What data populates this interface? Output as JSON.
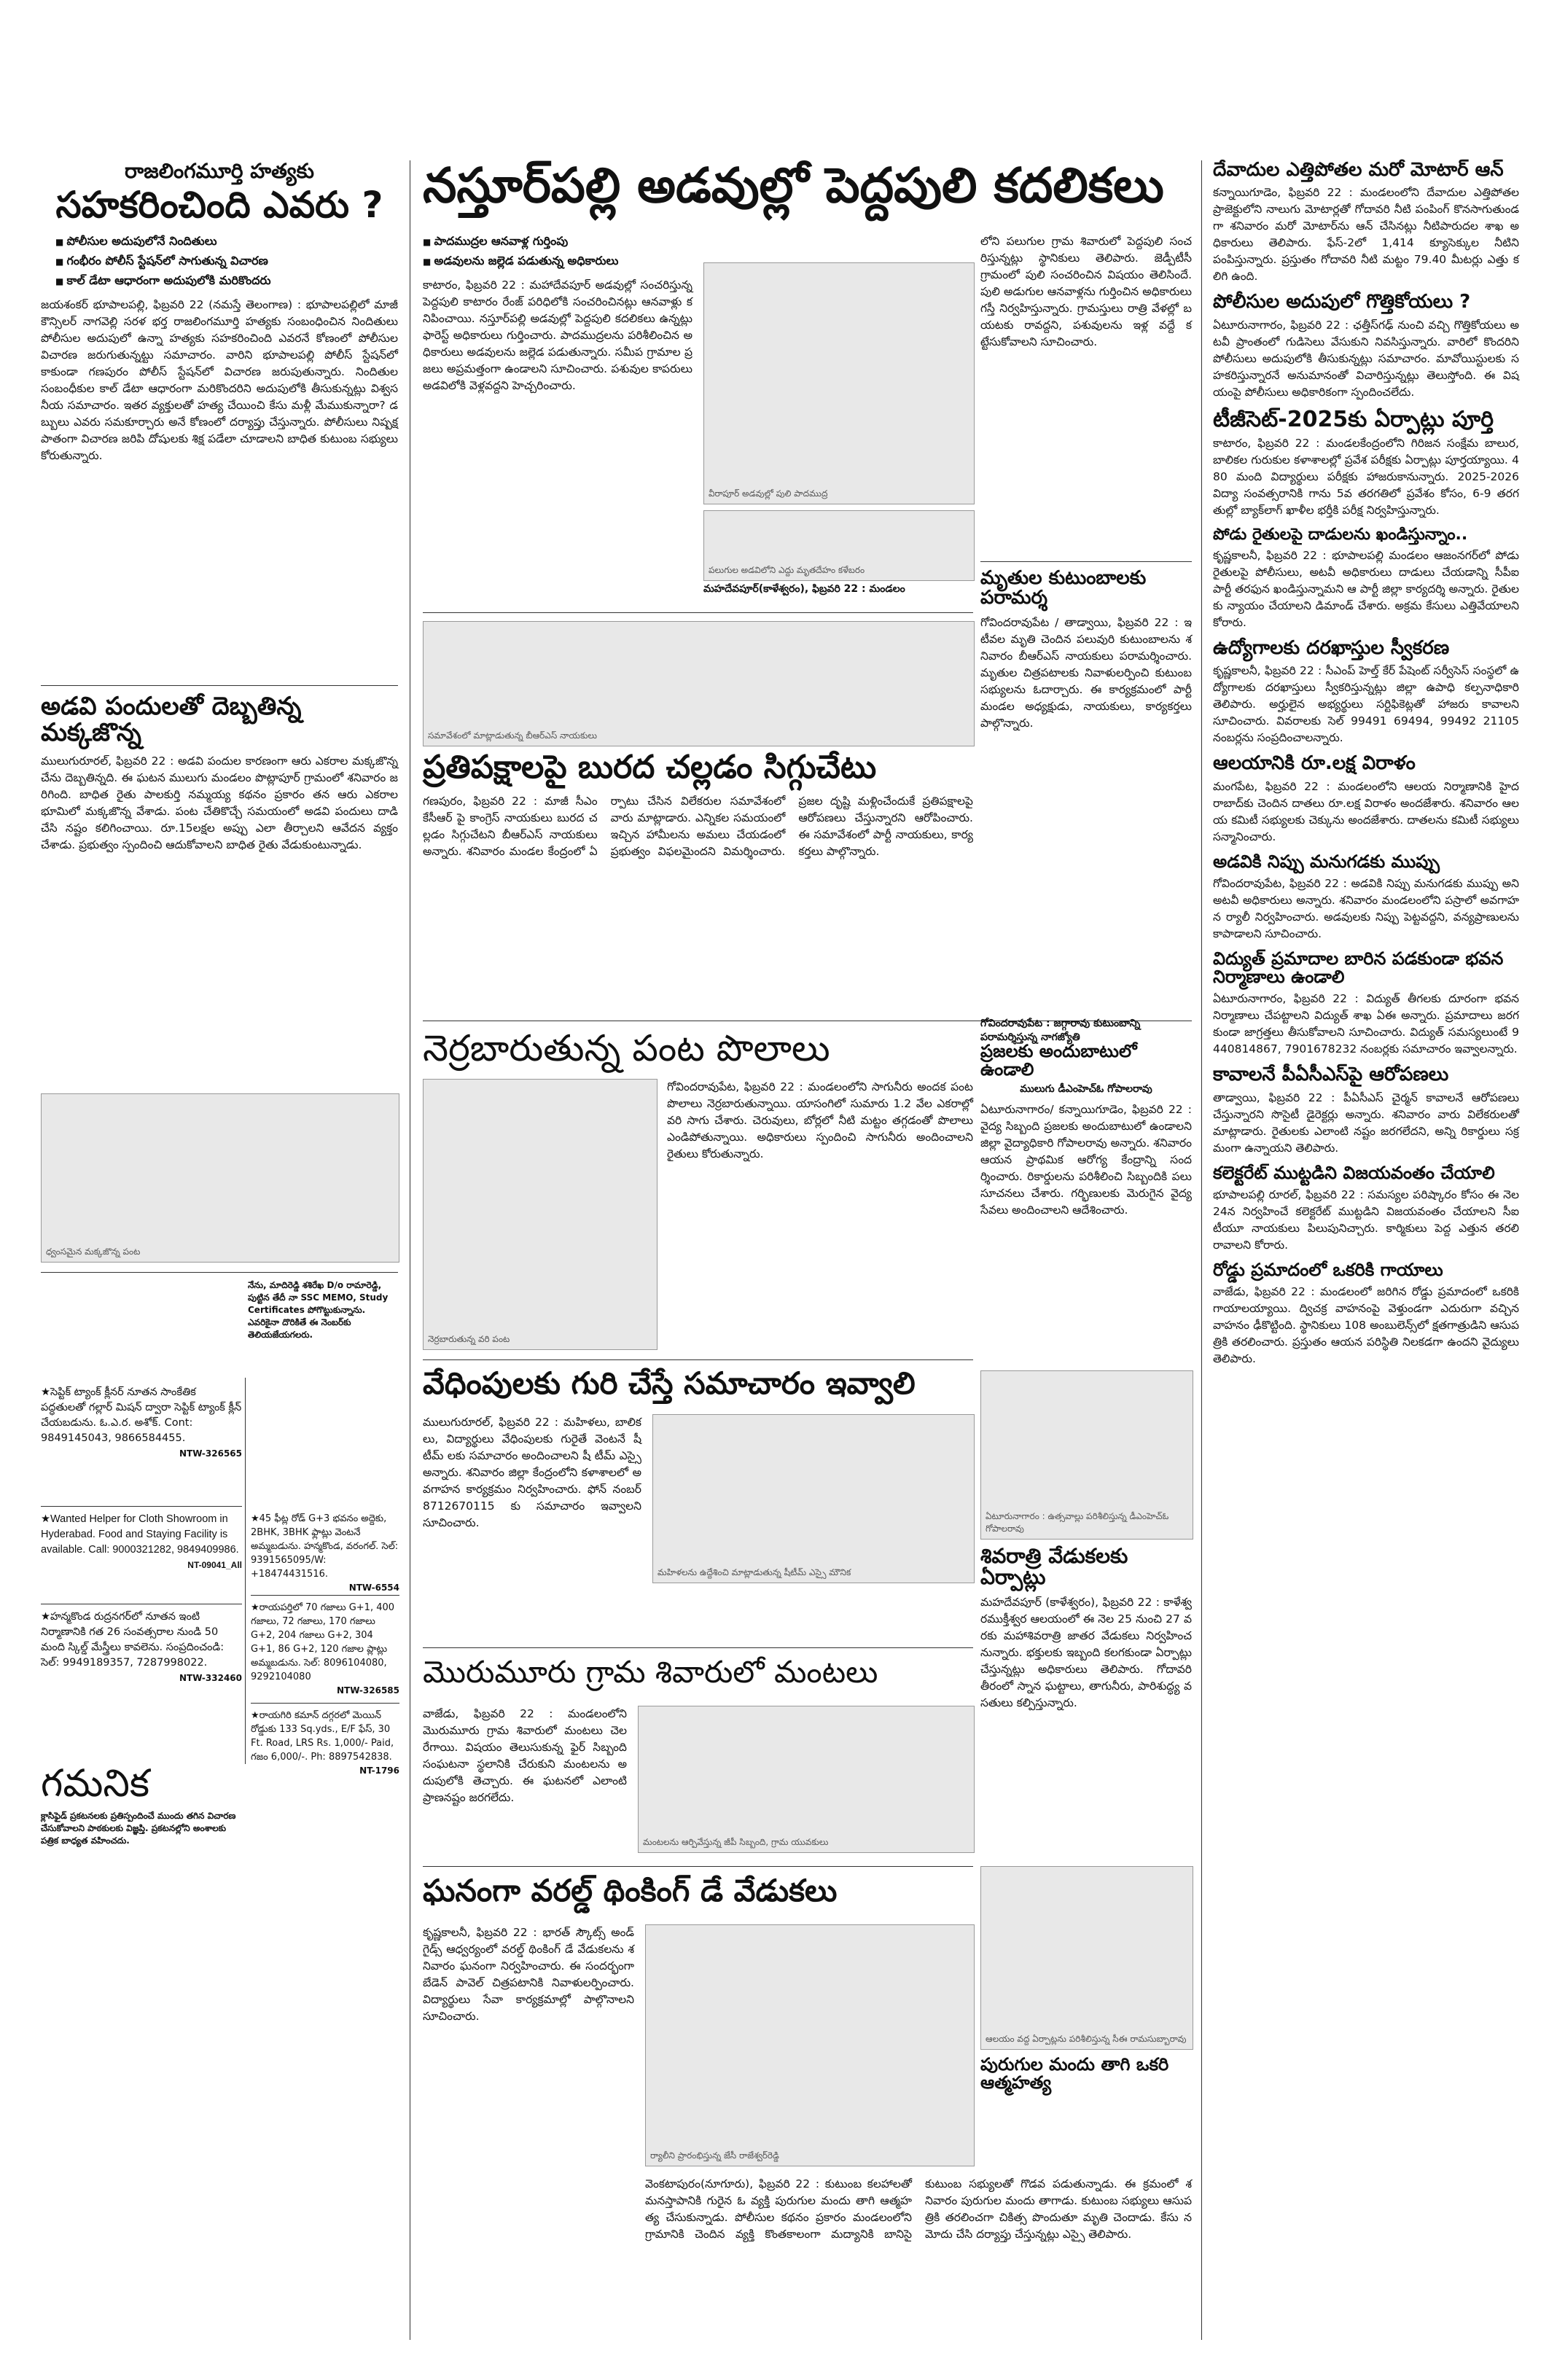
{
  "col1": {
    "h1_kicker": "రాజలింగమూర్తి హత్యకు",
    "h1_title": "సహకరించింది ఎవరు ?",
    "bullets": [
      "పోలీసుల అదుపులోనే నిందితులు",
      "గంభీరం పోలీస్ స్టేషన్‌లో సాగుతున్న విచారణ",
      "కాల్ డేటా ఆధారంగా అదుపులోకి మరికొందరు"
    ],
    "story1": "జయశంకర్ భూపాలపల్లి, ఫిబ్రవరి 22 (నమస్తే తెలంగాణ) : భూపాలపల్లిలో మాజీ కౌన్సిలర్ నాగవెల్లి సరళ భర్త రాజలింగమూర్తి హత్యకు సంబంధించిన నిందితులు పోలీసుల అదుపులో ఉన్నా హత్యకు సహకరించింది ఎవరనే కోణంలో పోలీసుల విచారణ జరుగుతున్నట్టు సమాచారం. వారిని భూపాలపల్లి పోలీస్ స్టేషన్‌లో కాకుండా గణపురం పోలీస్ స్టేషన్‌లో విచారణ జరుపుతున్నారు. నిందితుల సంబంధీకుల కాల్ డేటా ఆధారంగా మరికొందరిని అదుపులోకి తీసుకున్నట్లు విశ్వసనీయ సమాచారం. ఇతర వ్యక్తులతో హత్య చేయించి కేసు మళ్లీ మేముకున్నారా? డబ్బులు ఎవరు సమకూర్చారు అనే కోణంలో దర్యాప్తు చేస్తున్నారు. పోలీసులు నిష్పక్షపాతంగా విచారణ జరిపి దోషులకు శిక్ష పడేలా చూడాలని బాధిత కుటుంబ సభ్యులు కోరుతున్నారు.",
    "h2_title": "అడవి పందులతో దెబ్బతిన్న మక్కజొన్న",
    "story2": "ములుగురూరల్, ఫిబ్రవరి 22 : అడవి పందుల కారణంగా ఆరు ఎకరాల మక్కజొన్న చేను దెబ్బతిన్నది. ఈ ఘటన ములుగు మండలం పొట్లాపూర్ గ్రామంలో శనివారం జరిగింది. బాధిత రైతు పాలకుర్తి నమ్మయ్య కథనం ప్రకారం తన ఆరు ఎకరాల భూమిలో మక్కజొన్న వేశాడు. పంట చేతికొచ్చే సమయంలో అడవి పందులు దాడి చేసి నష్టం కలిగించాయి. రూ.15లక్షల అప్పు ఎలా తీర్చాలని ఆవేదన వ్యక్తం చేశాడు. ప్రభుత్వం స్పందించి ఆదుకోవాలని బాధిత రైతు వేడుకుంటున్నాడు.",
    "photo1_caption": "ధ్వంసమైన మక్కజొన్న పంట",
    "ad_notice": "నేను, మాదిరెడ్డి శశిరేఖ D/o రామారెడ్డి, పుట్టిన తేదీ నా SSC MEMO, Study Certificates పోగొట్టుకున్నాను. ఎవరికైనా దొరికితే ఈ నెంబర్‌కు తెలియజేయగలరు.",
    "ad1": "★సెప్టిక్ ట్యాంక్ క్లీనర్ నూతన సాంకేతిక పద్ధతులతో గల్లార్ మిషన్ ద్వారా సెప్టిక్ ట్యాంక్ క్లీన్ చేయబడును. ఓ.ఎ.ర. అశోక్. Cont: 9849145043, 9866584455.",
    "ad1_code": "NTW-326565",
    "ad2": "★Wanted Helper for Cloth Showroom in Hyderabad. Food and Staying Facility is available. Call: 9000321282, 9849409986.",
    "ad2_code": "NT-09041_All",
    "ad3": "★హన్మకొండ రుద్రనగర్‌లో నూతన ఇంటి నిర్మాణానికి గత 26 సంవత్సరాల నుండి 50 మంది స్కిల్డ్ మేస్త్రీలు కావలెను. సంప్రదించండి: సెల్: 9949189357, 7287998022.",
    "ad3_code": "NTW-332460",
    "ad4": "★45 ఫీట్ల రోడ్ G+3 భవనం అద్దెకు, 2BHK, 3BHK ఫ్లాట్లు వెంటనే అమ్మబడును. హన్మకొండ, వరంగల్. సెల్: 9391565095/W: +18474431516.",
    "ad4_code": "NTW-6554",
    "ad5": "★రాయపర్తిలో 70 గజాలు G+1, 400 గజాలు, 72 గజాలు, 170 గజాలు G+2, 204 గజాలు G+2, 304 G+1, 86 G+2, 120 గజాల ప్లాట్లు అమ్మబడును. సెల్: 8096104080, 9292104080",
    "ad5_code": "NTW-326585",
    "ad6": "★రాయగిరి కమాన్ దగ్గరలో మెయిన్ రోడ్డుకు 133 Sq.yds., E/F ఫేస్, 30 Ft. Road, LRS Rs. 1,000/- Paid, గజం 6,000/-. Ph: 8897542838.",
    "ad6_code": "NT-1796",
    "notice_title": "గమనిక",
    "notice_body": "క్లాసిఫైడ్ ప్రకటనలకు ప్రతిస్పందించే ముందు తగిన విచారణ చేసుకోవాలని పాఠకులకు విజ్ఞప్తి. ప్రకటనల్లోని అంశాలకు పత్రిక బాధ్యత వహించదు."
  },
  "col2": {
    "top_title": "నస్తూర్‌పల్లి అడవుల్లో పెద్దపులి కదలికలు",
    "top_bullets": [
      "పాదముద్రల ఆనవాళ్ల గుర్తింపు",
      "అడవులను జల్లెడ పడుతున్న అధికారులు"
    ],
    "top_story": "కాటారం, ఫిబ్రవరి 22 : మహాదేవపూర్ అడవుల్లో సంచరిస్తున్న పెద్దపులి కాటారం రేంజ్ పరిధిలోకి సంచరించినట్లు ఆనవాళ్లు కనిపించాయి. నస్తూర్‌పల్లి అడవుల్లో పెద్దపులి కదలికలు ఉన్నట్లు ఫారెస్ట్ అధికారులు గుర్తించారు. పాదముద్రలను పరిశీలించిన అధికారులు అడవులను జల్లెడ పడుతున్నారు. సమీప గ్రామాల ప్రజలు అప్రమత్తంగా ఉండాలని సూచించారు. పశువుల కాపరులు అడవిలోకి వెళ్లవద్దని హెచ్చరించారు.",
    "top_photo_caption": "వీరాపూర్ అడవుల్లో పులి పాదముద్ర",
    "top_story_b": "లోని పలుగుల గ్రామ శివారులో పెద్దపులి సంచరిస్తున్నట్లు స్థానికులు తెలిపారు. జెడ్పీటీసీ గ్రామంలో పులి సంచరించిన విషయం తెలిసిందే. పులి అడుగుల ఆనవాళ్లను గుర్తించిన అధికారులు గస్తీ నిర్వహిస్తున్నారు. గ్రామస్తులు రాత్రి వేళల్లో బయటకు రావద్దని, పశువులను ఇళ్ల వద్దే కట్టేసుకోవాలని సూచించారు.",
    "sub_caption": "పలుగుల అడవిలోని ఎద్దు మృతదేహం కళేబరం",
    "sub_byline": "మహదేవపూర్(కాళేశ్వరం), ఫిబ్రవరి 22 : మండలం",
    "h_condo": "మృతుల కుటుంబాలకు పరామర్శ",
    "condo_story": "గోవిందరావుపేట / తాడ్వాయి, ఫిబ్రవరి 22 : ఇటీవల మృతి చెందిన పలువురి కుటుంబాలను శనివారం బీఆర్‌ఎస్ నాయకులు పరామర్శించారు. మృతుల చిత్రపటాలకు నివాళులర్పించి కుటుంబ సభ్యులను ఓదార్చారు. ఈ కార్యక్రమంలో పార్టీ మండల అధ్యక్షుడు, నాయకులు, కార్యకర్తలు పాల్గొన్నారు.",
    "mid_kicker": "సమావేశంలో మాట్లాడుతున్న బీఆర్‌ఎస్ నాయకులు",
    "mid_title": "ప్రతిపక్షాలపై బురద చల్లడం సిగ్గుచేటు",
    "mid_story": "గణపురం, ఫిబ్రవరి 22 : మాజీ సీఎం కేసీఆర్ పై కాంగ్రెస్ నాయకులు బురద చల్లడం సిగ్గుచేటని బీఆర్‌ఎస్ నాయకులు అన్నారు. శనివారం మండల కేంద్రంలో ఏర్పాటు చేసిన విలేకరుల సమావేశంలో వారు మాట్లాడారు. ఎన్నికల సమయంలో ఇచ్చిన హామీలను అమలు చేయడంలో ప్రభుత్వం విఫలమైందని విమర్శించారు. ప్రజల దృష్టి మళ్లించేందుకే ప్రతిపక్షాలపై ఆరోపణలు చేస్తున్నారని ఆరోపించారు. ఈ సమావేశంలో పార్టీ నాయకులు, కార్యకర్తలు పాల్గొన్నారు.",
    "crop_title": "నెర్రబారుతున్న పంట పొలాలు",
    "crop_story": "గోవిందరావుపేట, ఫిబ్రవరి 22 : మండలంలోని సాగునీరు అందక పంట పొలాలు నెర్రబారుతున్నాయి. యాసంగిలో సుమారు 1.2 వేల ఎకరాల్లో వరి సాగు చేశారు. చెరువులు, బోర్లలో నీటి మట్టం తగ్గడంతో పొలాలు ఎండిపోతున్నాయి. అధికారులు స్పందించి సాగునీరు అందించాలని రైతులు కోరుతున్నారు.",
    "crop_photo_caption": "నెర్రబారుతున్న వరి పంట",
    "crop_kicker": "గోవిందరావుపేట : జగ్గారావు కుటుంబాన్ని పరామర్శిస్తున్న నాగజ్యోతి",
    "peoples_title": "ప్రజలకు అందుబాటులో ఉండాలి",
    "peoples_byline": "ములుగు డీఎంహెచ్‌ఓ గోపాలరావు",
    "peoples_story": "ఏటూరునాగారం/ కన్నాయిగూడెం, ఫిబ్రవరి 22 : వైద్య సిబ్బంది ప్రజలకు అందుబాటులో ఉండాలని జిల్లా వైద్యాధికారి గోపాలరావు అన్నారు. శనివారం ఆయన ప్రాథమిక ఆరోగ్య కేంద్రాన్ని సందర్శించారు. రికార్డులను పరిశీలించి సిబ్బందికి పలు సూచనలు చేశారు. గర్భిణులకు మెరుగైన వైద్య సేవలు అందించాలని ఆదేశించారు.",
    "info_title": "వేధింపులకు గురి చేస్తే సమాచారం ఇవ్వాలి",
    "info_story": "ములుగురూరల్, ఫిబ్రవరి 22 : మహిళలు, బాలికలు, విద్యార్థులు వేధింపులకు గురైతే వెంటనే షీ టీమ్ లకు సమాచారం అందించాలని షీ టీమ్ ఎస్సై అన్నారు. శనివారం జిల్లా కేంద్రంలోని కళాశాలలో అవగాహన కార్యక్రమం నిర్వహించారు. ఫోన్ నంబర్ 8712670115 కు సమాచారం ఇవ్వాలని సూచించారు.",
    "info_caption": "మహిళలను ఉద్దేశించి మాట్లాడుతున్న షీటీమ్ ఎస్సై మౌనిక",
    "fair_kicker": "ఏటూరునాగారం : ఉత్సవాల్లు పరిశీలిస్తున్న డీఎంహెచ్‌ఓ గోపాలరావు",
    "fair_title": "శివరాత్రి వేడుకలకు ఏర్పాట్లు",
    "fair_story": "మహదేవపూర్ (కాళేశ్వరం), ఫిబ్రవరి 22 : కాళేశ్వరముక్తీశ్వర ఆలయంలో ఈ నెల 25 నుంచి 27 వరకు మహాశివరాత్రి జాతర వేడుకలు నిర్వహించనున్నారు. భక్తులకు ఇబ్బంది కలగకుండా ఏర్పాట్లు చేస్తున్నట్లు అధికారులు తెలిపారు. గోదావరి తీరంలో స్నాన ఘట్టాలు, తాగునీరు, పారిశుద్ధ్య వసతులు కల్పిస్తున్నారు.",
    "fire_title": "మొరుమూరు గ్రామ శివారులో మంటలు",
    "fire_story": "వాజేడు, ఫిబ్రవరి 22 : మండలంలోని మొరుమూరు గ్రామ శివారులో మంటలు చెలరేగాయి. విషయం తెలుసుకున్న ఫైర్ సిబ్బంది సంఘటనా స్థలానికి చేరుకుని మంటలను అదుపులోకి తెచ్చారు. ఈ ఘటనలో ఎలాంటి ప్రాణనష్టం జరగలేదు.",
    "fire_caption": "మంటలను ఆర్పివేస్తున్న జీపీ సిబ్బంది, గ్రామ యువకులు",
    "think_title": "ఘనంగా వరల్డ్ థింకింగ్ డే వేడుకలు",
    "think_story": "కృష్ణకాలనీ, ఫిబ్రవరి 22 : భారత్ స్కౌట్స్ అండ్ గైడ్స్ ఆధ్వర్యంలో వరల్డ్ థింకింగ్ డే వేడుకలను శనివారం ఘనంగా నిర్వహించారు. ఈ సందర్భంగా బేడెన్ పావెల్ చిత్రపటానికి నివాళులర్పించారు. విద్యార్థులు సేవా కార్యక్రమాల్లో పాల్గొనాలని సూచించారు.",
    "think_caption": "ర్యాలీని ప్రారంభిస్తున్న జేసీ రాజేశ్వర్‌రెడ్డి",
    "suicide_kicker": "ఆలయం వద్ద ఏర్పాట్లను పరిశీలిస్తున్న సీఈ రామసుబ్బారావు",
    "suicide_title": "పురుగుల మందు తాగి ఒకరి ఆత్మహత్య",
    "suicide_story": "వెంకటాపురం(నూగూరు), ఫిబ్రవరి 22 : కుటుంబ కలహాలతో మనస్తాపానికి గురైన ఓ వ్యక్తి పురుగుల మందు తాగి ఆత్మహత్య చేసుకున్నాడు. పోలీసుల కథనం ప్రకారం మండలంలోని గ్రామానికి చెందిన వ్యక్తి కొంతకాలంగా మద్యానికి బానిసై కుటుంబ సభ్యులతో గొడవ పడుతున్నాడు. ఈ క్రమంలో శనివారం పురుగుల మందు తాగాడు. కుటుంబ సభ్యులు ఆసుపత్రికి తరలించగా చికిత్స పొందుతూ మృతి చెందాడు. కేసు నమోదు చేసి దర్యాప్తు చేస్తున్నట్లు ఎస్సై తెలిపారు."
  },
  "col3": {
    "h_motor": "దేవాదుల ఎత్తిపోతల మరో మోటార్ ఆన్",
    "motor_story": "కన్నాయిగూడెం, ఫిబ్రవరి 22 : మండలంలోని దేవాదుల ఎత్తిపోతల ప్రాజెక్టులోని నాలుగు మోటార్లతో గోదావరి నీటి పంపింగ్ కొనసాగుతుండగా శనివారం మరో మోటార్‌ను ఆన్ చేసినట్లు నీటిపారుదల శాఖ అధికారులు తెలిపారు. ఫేస్-2లో 1,414 క్యూసెక్కుల నీటిని పంపిస్తున్నారు. ప్రస్తుతం గోదావరి నీటి మట్టం 79.40 మీటర్లు ఎత్తు కలిగి ఉంది.",
    "h_police": "పోలీసుల అదుపులో గొత్తికోయలు ?",
    "police_story": "ఏటూరునాగారం, ఫిబ్రవరి 22 : ఛత్తీస్‌గఢ్ నుంచి వచ్చి గొత్తికోయలు అటవీ ప్రాంతంలో గుడిసెలు వేసుకుని నివసిస్తున్నారు. వారిలో కొందరిని పోలీసులు అదుపులోకి తీసుకున్నట్లు సమాచారం. మావోయిస్టులకు సహకరిస్తున్నారనే అనుమానంతో విచారిస్తున్నట్లు తెలుస్తోంది. ఈ విషయంపై పోలీసులు అధికారికంగా స్పందించలేదు.",
    "h_tet": "టీజీసెట్-2025కు ఏర్పాట్లు పూర్తి",
    "tet_story": "కాటారం, ఫిబ్రవరి 22 : మండలకేంద్రంలోని గిరిజన సంక్షేమ బాలుర, బాలికల గురుకుల కళాశాలల్లో ప్రవేశ పరీక్షకు ఏర్పాట్లు పూర్తయ్యాయి. 480 మంది విద్యార్థులు పరీక్షకు హాజరుకానున్నారు. 2025-2026 విద్యా సంవత్సరానికి గాను 5వ తరగతిలో ప్రవేశం కోసం, 6-9 తరగతుల్లో బ్యాక్‌లాగ్ ఖాళీల భర్తీకి పరీక్ష నిర్వహిస్తున్నారు.",
    "h_farm": "పోడు రైతులపై దాడులను ఖండిస్తున్నాం..",
    "farm_story": "కృష్ణకాలనీ, ఫిబ్రవరి 22 : భూపాలపల్లి మండలం ఆజంనగర్‌లో పోడు రైతులపై పోలీసులు, అటవీ అధికారులు దాడులు చేయడాన్ని సీపీఐ పార్టీ తరఫున ఖండిస్తున్నామని ఆ పార్టీ జిల్లా కార్యదర్శి అన్నారు. రైతులకు న్యాయం చేయాలని డిమాండ్ చేశారు. అక్రమ కేసులు ఎత్తివేయాలని కోరారు.",
    "h_job": "ఉద్యోగాలకు దరఖాస్తుల స్వీకరణ",
    "job_story": "కృష్ణకాలనీ, ఫిబ్రవరి 22 : సీఎంప్ హెల్త్ కేర్ పేషెంట్ సర్వీసెస్ సంస్థలో ఉద్యోగాలకు దరఖాస్తులు స్వీకరిస్తున్నట్లు జిల్లా ఉపాధి కల్పనాధికారి తెలిపారు. అర్హులైన అభ్యర్థులు సర్టిఫికెట్లతో హాజరు కావాలని సూచించారు. వివరాలకు సెల్ 99491 69494, 99492 21105 నంబర్లను సంప్రదించాలన్నారు.",
    "h_temple": "ఆలయానికి రూ.లక్ష విరాళం",
    "temple_story": "మంగపేట, ఫిబ్రవరి 22 : మండలంలోని ఆలయ నిర్మాణానికి హైదరాబాద్‌కు చెందిన దాతలు రూ.లక్ష విరాళం అందజేశారు. శనివారం ఆలయ కమిటీ సభ్యులకు చెక్కును అందజేశారు. దాతలను కమిటీ సభ్యులు సన్మానించారు.",
    "h_fire": "అడవికి నిప్పు మనుగడకు ముప్పు",
    "fire_story": "గోవిందరావుపేట, ఫిబ్రవరి 22 : అడవికి నిప్పు మనుగడకు ముప్పు అని అటవీ అధికారులు అన్నారు. శనివారం మండలంలోని పస్రాలో అవగాహన ర్యాలీ నిర్వహించారు. అడవులకు నిప్పు పెట్టవద్దని, వన్యప్రాణులను కాపాడాలని సూచించారు.",
    "h_elec": "విద్యుత్ ప్రమాదాల బారిన పడకుండా భవన నిర్మాణాలు ఉండాలి",
    "elec_story": "ఏటూరునాగారం, ఫిబ్రవరి 22 : విద్యుత్ తీగలకు దూరంగా భవన నిర్మాణాలు చేపట్టాలని విద్యుత్ శాఖ ఏఈ అన్నారు. ప్రమాదాలు జరగకుండా జాగ్రత్తలు తీసుకోవాలని సూచించారు. విద్యుత్ సమస్యలుంటే 9440814867, 7901678232 నంబర్లకు సమాచారం ఇవ్వాలన్నారు.",
    "h_pesa": "కావాలనే పీఏసీఎస్‌పై ఆరోపణలు",
    "pesa_story": "తాడ్వాయి, ఫిబ్రవరి 22 : పీఏసీఎస్ చైర్మన్ కావాలనే ఆరోపణలు చేస్తున్నారని సొసైటీ డైరెక్టర్లు అన్నారు. శనివారం వారు విలేకరులతో మాట్లాడారు. రైతులకు ఎలాంటి నష్టం జరగలేదని, అన్ని రికార్డులు సక్రమంగా ఉన్నాయని తెలిపారు.",
    "h_collect": "కలెక్టరేట్ ముట్టడిని విజయవంతం చేయాలి",
    "collect_story": "భూపాలపల్లి రూరల్, ఫిబ్రవరి 22 : సమస్యల పరిష్కారం కోసం ఈ నెల 24న నిర్వహించే కలెక్టరేట్ ముట్టడిని విజయవంతం చేయాలని సీఐటీయూ నాయకులు పిలుపునిచ్చారు. కార్మికులు పెద్ద ఎత్తున తరలి రావాలని కోరారు.",
    "h_road": "రోడ్డు ప్రమాదంలో ఒకరికి గాయాలు",
    "road_story": "వాజేడు, ఫిబ్రవరి 22 : మండలంలో జరిగిన రోడ్డు ప్రమాదంలో ఒకరికి గాయాలయ్యాయి. ద్విచక్ర వాహనంపై వెళ్తుండగా ఎదురుగా వచ్చిన వాహనం ఢీకొట్టింది. స్థానికులు 108 అంబులెన్స్‌లో క్షతగాత్రుడిని ఆసుపత్రికి తరలించారు. ప్రస్తుతం ఆయన పరిస్థితి నిలకడగా ఉందని వైద్యులు తెలిపారు."
  }
}
